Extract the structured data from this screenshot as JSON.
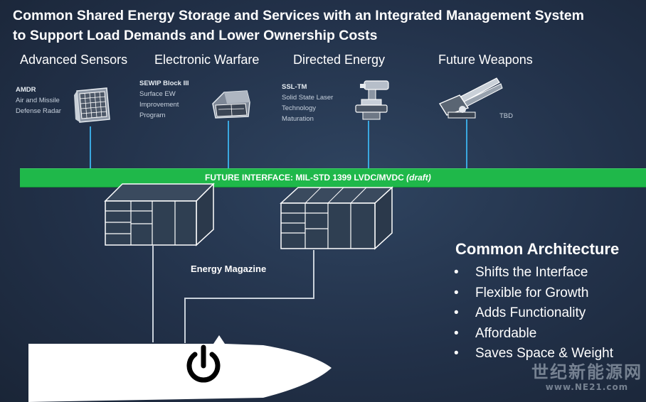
{
  "title": {
    "line1": "Common Shared Energy Storage and Services with an Integrated Management System",
    "line2": "to Support Load Demands and Lower Ownership Costs"
  },
  "categories": [
    {
      "title": "Advanced Sensors",
      "desc_bold": "AMDR",
      "desc_lines": [
        "Air and Missile",
        "Defense Radar"
      ],
      "icon": "radar-array-icon"
    },
    {
      "title": "Electronic Warfare",
      "desc_bold": "SEWIP Block III",
      "desc_lines": [
        "Surface EW",
        "Improvement",
        "Program"
      ],
      "icon": "ew-module-icon"
    },
    {
      "title": "Directed Energy",
      "desc_bold": "SSL-TM",
      "desc_lines": [
        "Solid State Laser",
        "Technology",
        "Maturation"
      ],
      "icon": "laser-turret-icon"
    },
    {
      "title": "Future Weapons",
      "desc_bold": "",
      "desc_lines": [
        "TBD"
      ],
      "icon": "railgun-icon"
    }
  ],
  "bus": {
    "label": "FUTURE INTERFACE: MIL-STD 1399  LVDC/MVDC",
    "label_italic": "(draft)",
    "color": "#1fb84a"
  },
  "energy_magazine_label": "Energy Magazine",
  "common_architecture": {
    "title": "Common Architecture",
    "items": [
      "Shifts the Interface",
      "Flexible for Growth",
      "Adds Functionality",
      "Affordable",
      "Saves Space & Weight"
    ]
  },
  "ship": {
    "icon": "power-icon"
  },
  "watermark": {
    "line1": "世纪新能源网",
    "line2": "www.NE21.com"
  },
  "colors": {
    "background": "#223149",
    "connector": "#3aa8e0",
    "bus": "#1fb84a",
    "text": "#ffffff"
  }
}
